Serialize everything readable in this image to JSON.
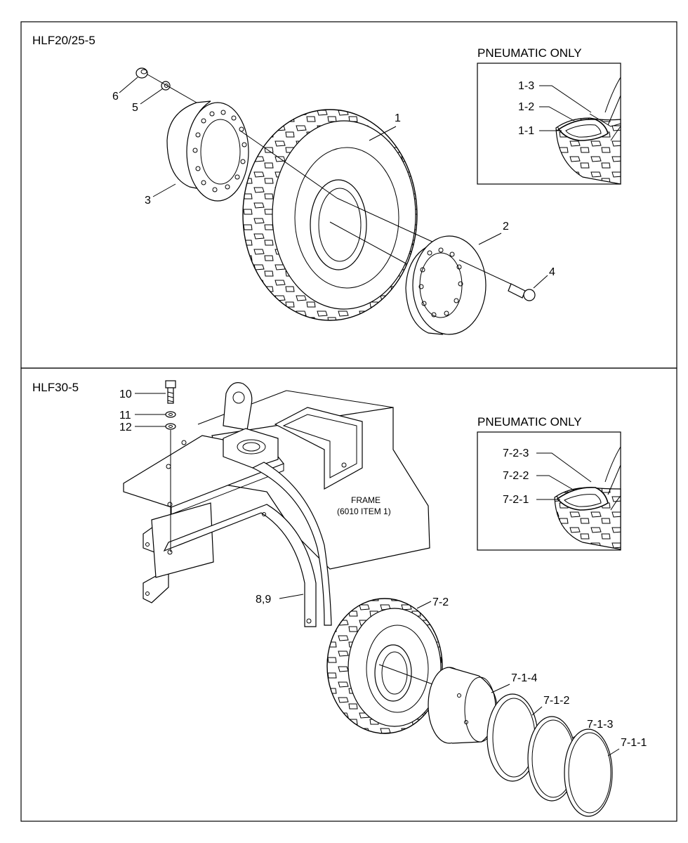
{
  "sections": [
    {
      "model_label": "HLF20/25-5",
      "inset_title": "PNEUMATIC ONLY",
      "inset_callouts": [
        "1-3",
        "1-2",
        "1-1"
      ],
      "callouts": [
        "1",
        "2",
        "3",
        "4",
        "5",
        "6"
      ]
    },
    {
      "model_label": "HLF30-5",
      "inset_title": "PNEUMATIC ONLY",
      "inset_callouts": [
        "7-2-3",
        "7-2-2",
        "7-2-1"
      ],
      "callouts": [
        "10",
        "11",
        "12",
        "8,9",
        "7-2",
        "7-1-4",
        "7-1-2",
        "7-1-3",
        "7-1-1"
      ],
      "frame_note": [
        "FRAME",
        "(6010 ITEM 1)"
      ]
    }
  ]
}
